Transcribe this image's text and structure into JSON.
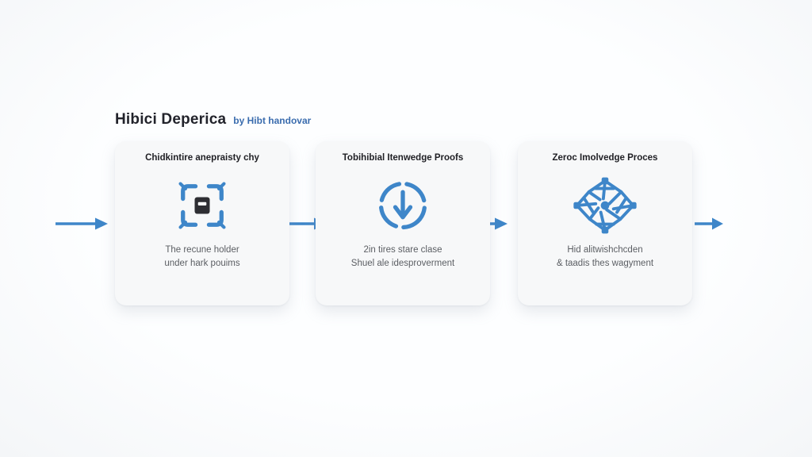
{
  "header": {
    "title": "Hibici Deperica",
    "subtitle": "by Hibt handovar"
  },
  "cards": [
    {
      "title": "Chidkintire anepraisty chy",
      "icon": "scan-node-icon",
      "body_line1": "The recune holder",
      "body_line2": "under hark pouims"
    },
    {
      "title": "Tobihibial Itenwedge Proofs",
      "icon": "circle-arrow-down-icon",
      "body_line1": "2in tires stare clase",
      "body_line2": "Shuel ale idesproverment"
    },
    {
      "title": "Zeroc Imolvedge Proces",
      "icon": "network-proof-icon",
      "body_line1": "Hid alitwishchcden",
      "body_line2": "& taadis thes wagyment"
    }
  ],
  "flow": {
    "arrow_count": 4,
    "direction": "left-to-right"
  },
  "colors": {
    "accent": "#3e86c9",
    "card_bg": "#f7f8f9",
    "title_text": "#22232b",
    "body_text": "#5b5e63",
    "page_bg": "#fbfcfd"
  }
}
